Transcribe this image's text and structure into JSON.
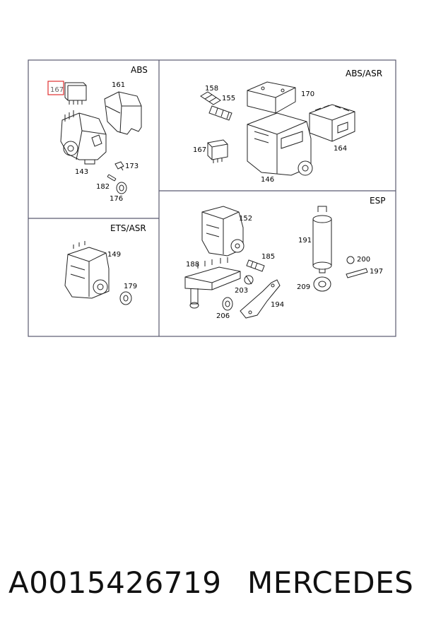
{
  "sections": {
    "abs": "ABS",
    "abs_asr": "ABS/ASR",
    "ets_asr": "ETS/ASR",
    "esp": "ESP"
  },
  "parts": {
    "abs": [
      "167",
      "161",
      "143",
      "173",
      "182",
      "176"
    ],
    "abs_asr": [
      "158",
      "155",
      "170",
      "167",
      "164",
      "146"
    ],
    "ets_asr": [
      "149",
      "179"
    ],
    "esp": [
      "152",
      "185",
      "188",
      "203",
      "194",
      "206",
      "191",
      "200",
      "197",
      "209"
    ]
  },
  "highlighted_part": "167",
  "colors": {
    "highlight": "#e03030",
    "line": "#222222",
    "frame": "#5a5a70"
  },
  "caption": {
    "part_number": "A0015426719",
    "brand": "MERCEDES"
  }
}
